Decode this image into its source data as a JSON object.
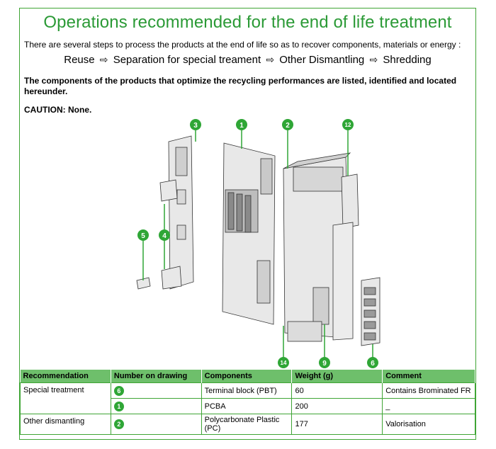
{
  "title": "Operations recommended for the end of life treatment",
  "intro": "There are several steps to process the products at the end of life so as to recover components, materials or energy :",
  "steps": [
    "Reuse",
    "Separation for special treament",
    "Other Dismantling",
    "Shredding"
  ],
  "arrow_glyph": "⇨",
  "components_note": "The components of the products that optimize the recycling performances are listed, identified and located hereunder.",
  "caution": "CAUTION: None.",
  "drawing_markers": [
    "3",
    "1",
    "2",
    "12",
    "5",
    "4",
    "14",
    "9",
    "6"
  ],
  "accent_color": "#2fa636",
  "table": {
    "headers": [
      "Recommendation",
      "Number on drawing",
      "Components",
      "Weight (g)",
      "Comment"
    ],
    "rows": [
      {
        "recommendation": "Special treatment",
        "number": "6",
        "component": "Terminal block (PBT)",
        "weight": "60",
        "comment": "Contains Brominated FR"
      },
      {
        "recommendation": "",
        "number": "1",
        "component": "PCBA",
        "weight": "200",
        "comment": "_"
      },
      {
        "recommendation": "Other dismantling",
        "number": "2",
        "component": "Polycarbonate Plastic (PC)",
        "weight": "177",
        "comment": "Valorisation"
      }
    ]
  }
}
